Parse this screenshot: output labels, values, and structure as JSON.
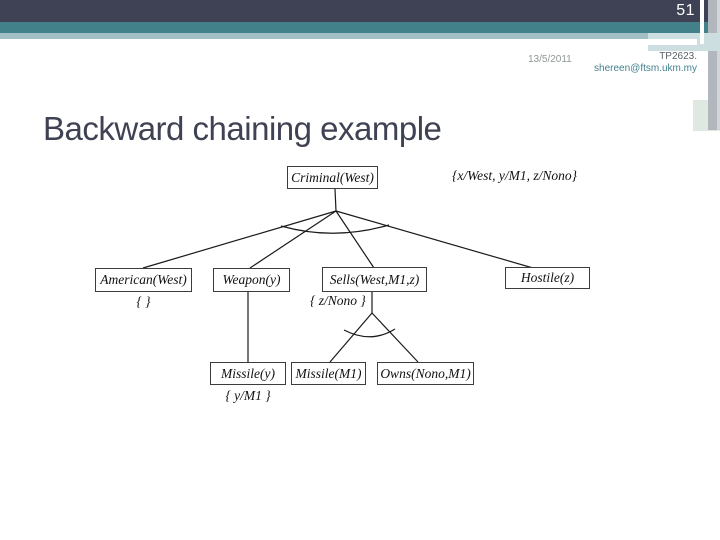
{
  "slide": {
    "number": "51",
    "date": "13/5/2011",
    "course": "TP2623.",
    "email": "shereen@ftsm.ukm.my",
    "title": "Backward chaining example"
  },
  "colors": {
    "dark_bar": "#3f4254",
    "teal_bar": "#42808a",
    "light_stripe": "#a3bfc5",
    "pale_teal_block": "#ccdee0",
    "title_color": "#3e4253",
    "email_color": "#44828e",
    "date_color": "#8e9894",
    "line_color": "#1a1a1a"
  },
  "diagram": {
    "nodes": {
      "criminal": "Criminal(West)",
      "american": "American(West)",
      "weapon": "Weapon(y)",
      "sells": "Sells(West,M1,z)",
      "hostile": "Hostile(z)",
      "missile_y": "Missile(y)",
      "missile_m1": "Missile(M1)",
      "owns": "Owns(Nono,M1)"
    },
    "substitutions": {
      "root": "{x/West, y/M1, z/Nono}",
      "american": "{ }",
      "sells": "{ z/Nono }",
      "missile_y": "{ y/M1 }"
    }
  }
}
